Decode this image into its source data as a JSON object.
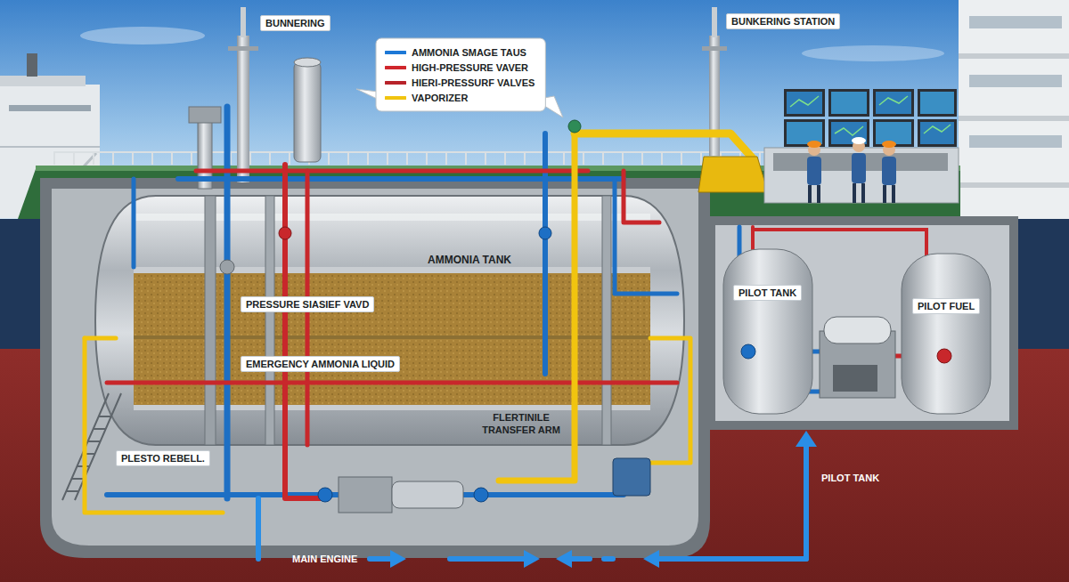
{
  "diagram": {
    "nodes": [
      {
        "text": [
          "AMMONIA TANK"
        ]
      },
      {
        "text": [
          "PILOT TANK"
        ]
      },
      {
        "text": [
          "PILOT FUEL"
        ]
      }
    ],
    "labels": [
      "BUNNERING",
      "BUNKERING STATION",
      "PRESSURE SIASIEF VAVD",
      "EMERGENCY AMMONIA LIQUID",
      "FLERTINILE TRANSFER ARM",
      "PLESTO REBELL.",
      "PILOT TANK",
      "MAIN ENGINE"
    ],
    "legend": [
      {
        "text": "AMMONIA SMAGE TAUS"
      },
      {
        "text": "HIGH-PRESSURE VAVER"
      },
      {
        "text": "HIERI-PRESSURF VALVES"
      },
      {
        "text": "VAPORIZER"
      }
    ]
  }
}
